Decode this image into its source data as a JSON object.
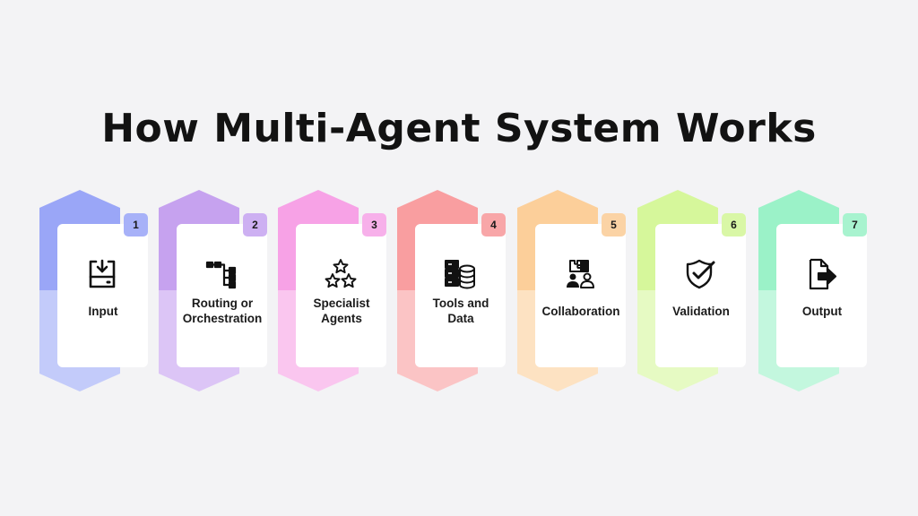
{
  "title": "How Multi-Agent System Works",
  "steps": [
    {
      "number": "1",
      "label_lines": [
        "Input"
      ],
      "icon": "download-box-icon",
      "color_top": "#9aa6f7",
      "color_bottom": "#c3cbfa",
      "badge_color": "#a7b1f8"
    },
    {
      "number": "2",
      "label_lines": [
        "Routing or",
        "Orchestration"
      ],
      "icon": "routing-tree-icon",
      "color_top": "#c6a2ef",
      "color_bottom": "#dcc5f6",
      "badge_color": "#cdb0f2"
    },
    {
      "number": "3",
      "label_lines": [
        "Specialist",
        "Agents"
      ],
      "icon": "stars-icon",
      "color_top": "#f7a2e6",
      "color_bottom": "#fac6ef",
      "badge_color": "#f7b0ea"
    },
    {
      "number": "4",
      "label_lines": [
        "Tools and",
        "Data"
      ],
      "icon": "server-database-icon",
      "color_top": "#f99ea0",
      "color_bottom": "#fbc4c5",
      "badge_color": "#f8a6a8"
    },
    {
      "number": "5",
      "label_lines": [
        "Collaboration"
      ],
      "icon": "team-puzzle-icon",
      "color_top": "#fccf9a",
      "color_bottom": "#fde2c2",
      "badge_color": "#fbd3a5"
    },
    {
      "number": "6",
      "label_lines": [
        "Validation"
      ],
      "icon": "shield-check-icon",
      "color_top": "#d6f79b",
      "color_bottom": "#e6fac3",
      "badge_color": "#d9f7a6"
    },
    {
      "number": "7",
      "label_lines": [
        "Output"
      ],
      "icon": "file-export-icon",
      "color_top": "#9bf2c8",
      "color_bottom": "#c3f7de",
      "badge_color": "#a8f3cf"
    }
  ]
}
